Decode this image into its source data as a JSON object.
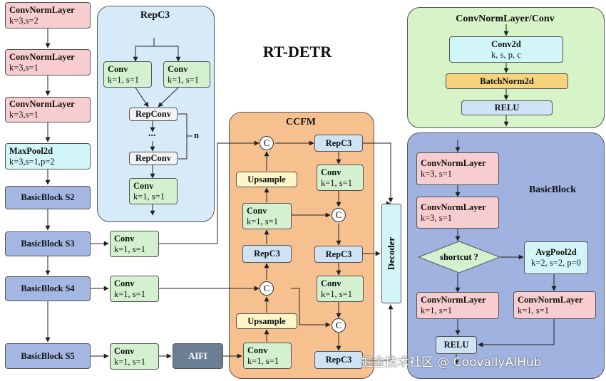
{
  "title": "RT-DETR",
  "backbone": {
    "cnl1": {
      "name": "ConvNormLayer",
      "params": "k=3,s=2"
    },
    "cnl2": {
      "name": "ConvNormLayer",
      "params": "k=3,s=1"
    },
    "cnl3": {
      "name": "ConvNormLayer",
      "params": "k=3,s=1"
    },
    "maxpool": {
      "name": "MaxPool2d",
      "params": "k=3,s=1,p=2"
    },
    "bb_s2": "BasicBlock S2",
    "bb_s3": "BasicBlock S3",
    "bb_s4": "BasicBlock S4",
    "bb_s5": "BasicBlock S5"
  },
  "lateral": {
    "conv_s3": {
      "name": "Conv",
      "params": "k=1, s=1"
    },
    "conv_s4": {
      "name": "Conv",
      "params": "k=1, s=1"
    },
    "conv_s5": {
      "name": "Conv",
      "params": "k=1, s=1"
    },
    "aifi": "AIFI"
  },
  "repc3_region": {
    "title": "RepC3",
    "conv_a": {
      "name": "Conv",
      "params": "k=1, s=1"
    },
    "conv_b": {
      "name": "Conv",
      "params": "k=1, s=1"
    },
    "repconv_1": "RepConv",
    "dots": "...",
    "repconv_2": "RepConv",
    "n_label": "n",
    "conv_out": {
      "name": "Conv",
      "params": "k=1, s=1"
    }
  },
  "ccfm": {
    "title": "CCFM",
    "concat": "C",
    "upsample_1": "Upsample",
    "conv_mid": {
      "name": "Conv",
      "params": "k=1, s=1"
    },
    "repc3_left": "RepC3",
    "upsample_2": "Upsample",
    "conv_bottom": {
      "name": "Conv",
      "params": "k=1, s=1"
    },
    "repc3_top": "RepC3",
    "conv_r1": {
      "name": "Conv",
      "params": "k=1, s=1"
    },
    "repc3_r2": "RepC3",
    "conv_r3": {
      "name": "Conv",
      "params": "k=1, s=1"
    },
    "repc3_r4": "RepC3"
  },
  "decoder": "Decoder",
  "conv_region": {
    "title": "ConvNormLayer/Conv",
    "conv2d": {
      "name": "Conv2d",
      "params": "k, s, p, c"
    },
    "batchnorm": "BatchNorm2d",
    "relu": "RELU"
  },
  "basic_block": {
    "title": "BasicBlock",
    "cnl1": {
      "name": "ConvNormLayer",
      "params": "k=3, s=1"
    },
    "cnl2": {
      "name": "ConvNormLayer",
      "params": "k=3, s=1"
    },
    "shortcut": "shortcut ?",
    "avgpool": {
      "name": "AvgPool2d",
      "params": "k=2, s=2, p=0"
    },
    "cnl3": {
      "name": "ConvNormLayer",
      "params": "k=1, s=1"
    },
    "cnl4": {
      "name": "ConvNormLayer",
      "params": "k=1, s=1"
    },
    "relu": "RELU"
  },
  "watermark": "掘金技术社区 @ CoovallyAIHub",
  "colors": {
    "pink": "#f8cdcf",
    "green": "#d3f1cf",
    "cyan": "#d2f6f8",
    "blue": "#a4b6e2",
    "repc3_bg": "#d6eaf8",
    "ccfm_bg": "#f6c18f",
    "conv_bg": "#d7f3c8",
    "basic_bg": "#9fb2e0"
  }
}
